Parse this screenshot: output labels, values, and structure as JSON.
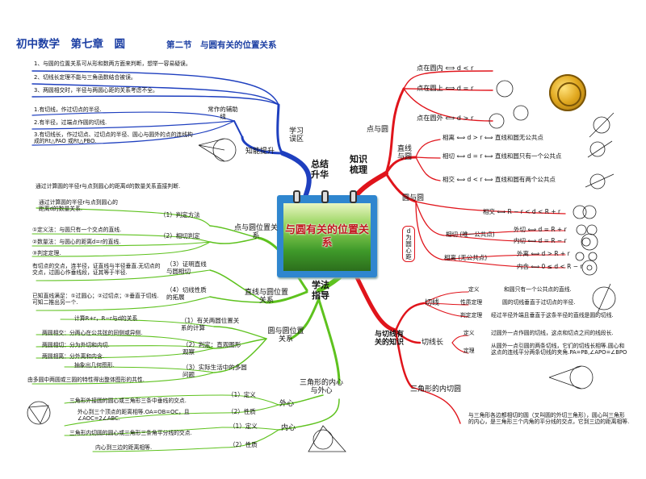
{
  "header": {
    "title": "初中数学　第七章　圆",
    "subtitle": "第二节　与圆有关的位置关系"
  },
  "center": {
    "label": "与圆有关的位置关系"
  },
  "review": {
    "branch": "总结升华",
    "node": "学习误区",
    "mistakes": [
      "1、与圆的位置关系可从形和数两方面来判断，想举一容易疑误。",
      "2、切线长定理不能与三角函数结合被误。",
      "3、两圆相交时，半径与两圆心距的关系考虑不全。"
    ],
    "skill_node": "知能提升",
    "aux_node": "常作的辅助线",
    "aux_lines": [
      "1.有切线，作过切点的半径.",
      "2.有半径，过端点作圆的切线.",
      "3.有切线长，作过切点、过切点的半径、圆心与圆外的点的连线构成的Rt△PAO 或Rt△PBO."
    ]
  },
  "knowledge": {
    "branch": "知识梳理",
    "point_circle": {
      "node": "点与圆",
      "items": [
        "点在圆内 ⟺ d < r",
        "点在圆上 ⟺ d = r",
        "点在圆外 ⟺ d > r"
      ]
    },
    "line_circle": {
      "node": "直线与圆",
      "items": [
        "相离 ⟺ d > r ⟺ 直线和圆无公共点",
        "相切 ⟺ d = r ⟺ 直线和圆只有一个公共点",
        "相交 ⟺ d < r ⟺ 直线和圆有两个公共点"
      ]
    },
    "circle_circle": {
      "node": "圆与圆",
      "d_note": "d为圆心距",
      "intersect": "相交 ⟺ R − r < d < R + r",
      "tangent_node": "相切 (唯一公共点)",
      "tangent_items": [
        "外切 ⟺ d = R + r",
        "内切 ⟺ d = R − r"
      ],
      "apart_node": "相离 (无公共点)",
      "apart_items": [
        "外离 ⟺ d > R + r",
        "内含 ⟺ 0 ≤ d < R − r"
      ]
    }
  },
  "tangent": {
    "branch": "与切线有关的知识",
    "tangent_node": "切线",
    "tangent_rows": [
      {
        "label": "定义",
        "text": "和圆只有一个公共点的直线."
      },
      {
        "label": "性质定理",
        "text": "圆的切线垂直于过切点的半径."
      },
      {
        "label": "判定定理",
        "text": "经过半径外端且垂直于这条半径的直线是圆的切线."
      }
    ],
    "length_node": "切线长",
    "length_rows": [
      {
        "label": "定义",
        "text": "过圆外一点作圆的切线，这点和切点之间的线段长."
      },
      {
        "label": "定理",
        "text": "从圆外一点引圆的两条切线，它们的切线长相等.圆心和这点的连线平分两条切线的夹角.PA=PB,∠APO=∠BPO"
      }
    ],
    "incircle_node": "三角形的内切圆",
    "incircle_text": "与三角形各边都相切的圆（叉叫圆的外切三角形），圆心叫三角形的内心，是三角形三个内角的平分线的交点，它到三边的距离相等."
  },
  "methods": {
    "branch": "学法指导",
    "intro": "通过计算圆的半径r与点到圆心的距离d的数量关系直接判断.",
    "point_circle": {
      "node": "点与圆位置关系",
      "judge": "（1）判定方法",
      "judge_text": "通过计算圆的半径r与点到圆心的距离d的数量关系.",
      "tangent_judge": "（2）相切判定",
      "tangent_items": [
        "①定义法：与圆只有一个交点的直线.",
        "②数量法：与圆心的距离d=r的直线.",
        "③判定定理."
      ]
    },
    "line_circle": {
      "node": "直线与圆位置关系",
      "prove": "（3）证明直线与圆相切",
      "prove_text": "有切点的交点，连半径，证直线与半径垂直.无切点的交点，过圆心作垂线段，证其等于半径.",
      "ext": "（4）切线性质的拓展",
      "ext_text": "已知直线满足：①过圆心；②过切点；③垂直于切线.可知二推出另一个."
    },
    "circle_circle": {
      "node": "圆与圆位置关系",
      "calc": "（1）有关两圆位置关系的计算",
      "calc_text": "计算R+r，R−r与d的关系",
      "judge": "（2）判定：直观图形观察",
      "judge_items": [
        "两圆相交：分两心在公共弦的同侧或异侧.",
        "两圆相切：分为外切和内切.",
        "两圆相离：分外离和内含."
      ],
      "problem": "（3）实际生活中的多圆问题",
      "problem_items": [
        "抽象出几何图形.",
        "由多圆中两圆或三圆的特性得出整体图形的共性."
      ]
    },
    "triangle": {
      "node": "三角形的内心与外心",
      "outer": "外心",
      "outer_rows": [
        {
          "label": "（1）定义",
          "text": "三角形外接圆的圆心或三角形三条中垂线的交点."
        },
        {
          "label": "（2）性质",
          "text": "外心到三个顶点的距离相等.OA=OB=OC，且∠AOC=2∠ABC."
        }
      ],
      "inner": "内心",
      "inner_rows": [
        {
          "label": "（1）定义",
          "text": "三角形内切圆的圆心或三角形三条角平分线的交点."
        },
        {
          "label": "（2）性质",
          "text": "内心到三边的距离相等."
        }
      ]
    }
  },
  "colors": {
    "blue": "#1e3fbf",
    "red": "#e0141b",
    "green": "#5ec21e",
    "title": "#1c3fa3"
  }
}
